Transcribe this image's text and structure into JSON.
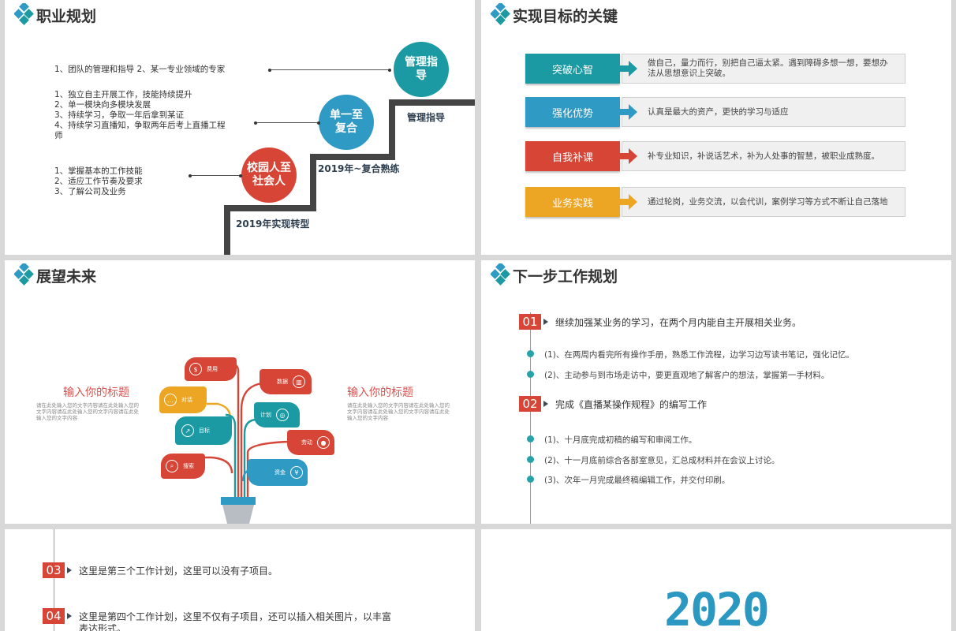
{
  "colors": {
    "teal": "#1b9aa3",
    "blue": "#2f9ac4",
    "red": "#d64535",
    "orange": "#eda524",
    "dark": "#444444"
  },
  "slide1": {
    "title": "职业规划",
    "levels": [
      {
        "circle": "管理指导",
        "step_label": "管理指导",
        "items": [
          "1、团队的管理和指导  2、某一专业领域的专家"
        ]
      },
      {
        "circle": "单一至复合",
        "step_label": "2019年~复合熟练",
        "items": [
          "1、独立自主开展工作，技能持续提升",
          "2、单一模块向多模块发展",
          "3、持续学习，争取一年后拿到某证",
          "4、持续学习直播知，争取两年后考上直播工程师"
        ]
      },
      {
        "circle": "校园人至社会人",
        "step_label": "2019年实现转型",
        "items": [
          "1、掌握基本的工作技能",
          "2、适应工作节奏及要求",
          "3、了解公司及业务"
        ]
      }
    ]
  },
  "slide2": {
    "title": "实现目标的关键",
    "rows": [
      {
        "label": "突破心智",
        "desc": "做自己，量力而行，别把自己逼太紧。遇到障碍多想一想，要想办法从思想意识上突破。"
      },
      {
        "label": "强化优势",
        "desc": "认真是最大的资产，更快的学习与适应"
      },
      {
        "label": "自我补课",
        "desc": "补专业知识，补说话艺术，补为人处事的智慧，被职业成熟度。"
      },
      {
        "label": "业务实践",
        "desc": "通过轮岗，业务交流，以会代训，案例学习等方式不断让自己落地"
      }
    ]
  },
  "slide3": {
    "title": "展望未来",
    "left_title": "输入你的标题",
    "left_sub": "请在此处输入您的文字内容请在此处输入您的文字内容请在此处输入您的文字内容请在此处输入您的文字内容",
    "right_title": "输入你的标题",
    "right_sub": "请在此处输入您的文字内容请在此处输入您的文字内容请在此处输入您的文字内容请在此处输入您的文字内容",
    "leaves": [
      "费用",
      "数据",
      "对话",
      "计划",
      "目标",
      "劳动",
      "搜索",
      "资金"
    ]
  },
  "slide4": {
    "title": "下一步工作规划",
    "plans": [
      {
        "num": "01",
        "head": "继续加强某业务的学习，在两个月内能自主开展相关业务。",
        "subs": [
          "(1)、在两周内看完所有操作手册，熟悉工作流程，边学习边写读书笔记，强化记忆。",
          "(2)、主动参与到市场走访中，要更直观地了解客户的想法，掌握第一手材料。"
        ]
      },
      {
        "num": "02",
        "head": "完成《直播某操作规程》的编写工作",
        "subs": [
          "(1)、十月底完成初稿的编写和审阅工作。",
          "(2)、十一月底前综合各部室意见，汇总成材料并在会议上讨论。",
          "(3)、次年一月完成最终稿编辑工作，并交付印刷。"
        ]
      }
    ]
  },
  "slide5": {
    "plans": [
      {
        "num": "03",
        "head": "这里是第三个工作计划，这里可以没有子项目。"
      },
      {
        "num": "04",
        "head": "这里是第四个工作计划，这里不仅有子项目，还可以插入相关图片，以丰富",
        "head2": "表达形式。"
      }
    ]
  },
  "slide6": {
    "year": "2020"
  }
}
